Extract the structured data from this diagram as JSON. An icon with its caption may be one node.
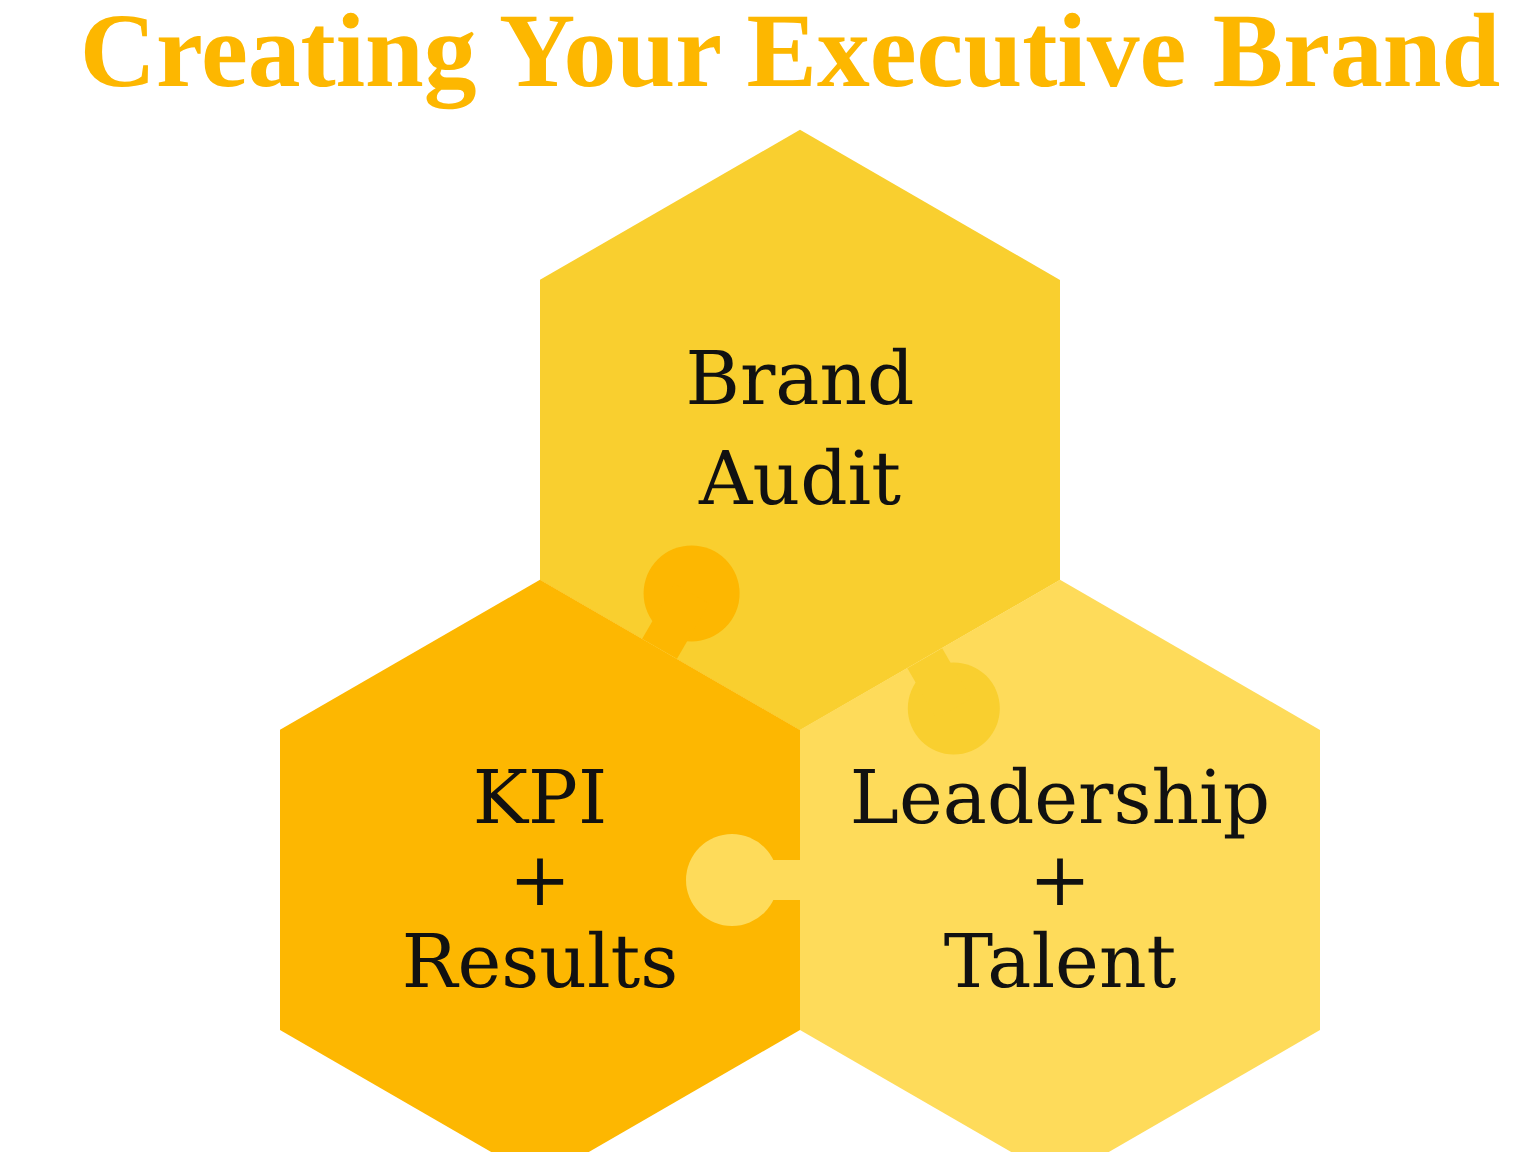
{
  "diagram": {
    "title": "Creating Your Executive Brand",
    "nodes": [
      {
        "text": [
          "Brand Audit"
        ]
      },
      {
        "text": [
          "KPI + Results"
        ]
      },
      {
        "text": [
          "Leadership + Talent"
        ]
      }
    ]
  }
}
